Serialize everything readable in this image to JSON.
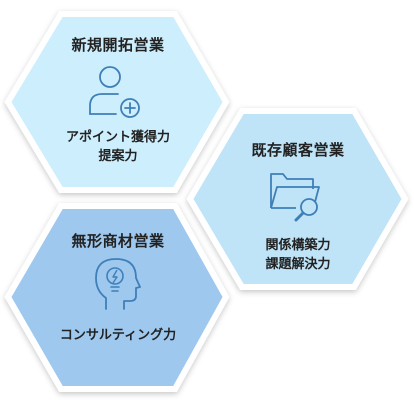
{
  "hexagons": [
    {
      "title": "新規開拓営業",
      "subtitle_lines": [
        "アポイント獲得力",
        "提案力"
      ],
      "icon": "user-add-icon",
      "fill": "#cdeefc"
    },
    {
      "title": "既存顧客営業",
      "subtitle_lines": [
        "関係構築力",
        "課題解決力"
      ],
      "icon": "folder-search-icon",
      "fill": "#bfe3f7"
    },
    {
      "title": "無形商材営業",
      "subtitle_lines": [
        "コンサルティング力"
      ],
      "icon": "head-idea-icon",
      "fill": "#9fc8ef"
    }
  ],
  "colors": {
    "stroke": "#ffffff",
    "icon": "#3f7fb8",
    "text": "#222222"
  }
}
